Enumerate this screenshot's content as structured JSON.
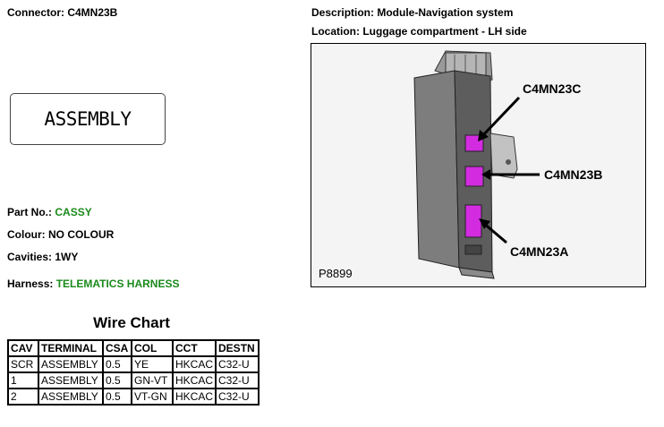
{
  "header": {
    "connector": "Connector: C4MN23B",
    "description": "Description: Module-Navigation system",
    "location": "Location: Luggage compartment - LH side"
  },
  "assembly_label": "ASSEMBLY",
  "details": {
    "part_no_label": "Part No.:",
    "part_no_value": "CASSY",
    "colour": "Colour: NO COLOUR",
    "cavities": "Cavities: 1WY",
    "harness_label": "Harness:",
    "harness_value": "TELEMATICS HARNESS"
  },
  "wire_chart": {
    "title": "Wire Chart",
    "headers": [
      "CAV",
      "TERMINAL",
      "CSA",
      "COL",
      "CCT",
      "DESTN"
    ],
    "rows": [
      [
        "SCR",
        "ASSEMBLY",
        "0.5",
        "YE",
        "HKCAC",
        "C32-U"
      ],
      [
        "1",
        "ASSEMBLY",
        "0.5",
        "GN-VT",
        "HKCAC",
        "C32-U"
      ],
      [
        "2",
        "ASSEMBLY",
        "0.5",
        "VT-GN",
        "HKCAC",
        "C32-U"
      ]
    ]
  },
  "photo": {
    "callouts": [
      "C4MN23C",
      "C4MN23B",
      "C4MN23A"
    ],
    "picture_number": "P8899",
    "connector_color": "#d22be0"
  }
}
